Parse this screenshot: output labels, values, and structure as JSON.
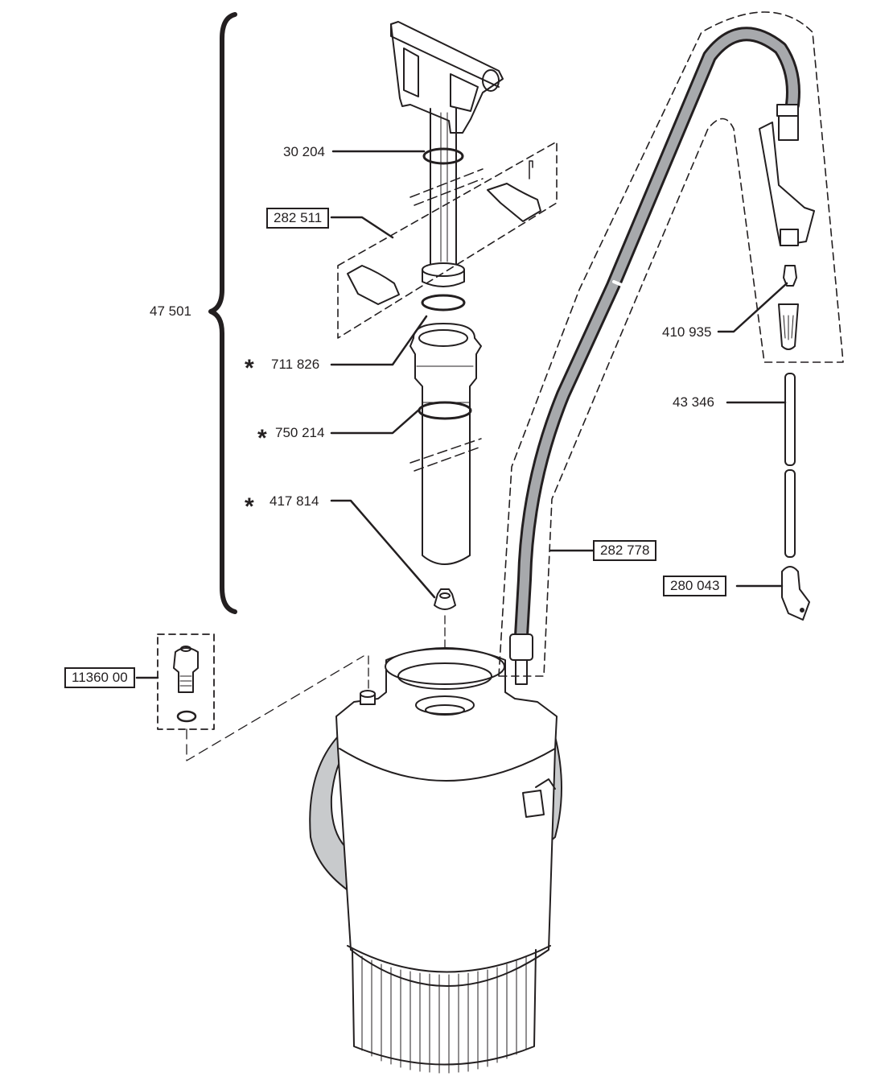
{
  "diagram": {
    "type": "exploded parts diagram",
    "subject": "pressure sprayer",
    "colors": {
      "line": "#231f20",
      "hose_fill": "#a7a9ac",
      "handle_fill": "#c8cacc",
      "background": "#ffffff"
    },
    "assembly": {
      "id": "47 501",
      "bracket": "curly-brace"
    },
    "parts": [
      {
        "id": "30 204",
        "boxed": false,
        "marked": false,
        "component": "o-ring on pump shaft"
      },
      {
        "id": "282 511",
        "boxed": true,
        "marked": false,
        "component": "pump clip halves set"
      },
      {
        "id": "711 826",
        "boxed": false,
        "marked": true,
        "component": "o-ring below pump head"
      },
      {
        "id": "750 214",
        "boxed": false,
        "marked": true,
        "component": "o-ring on pump cylinder"
      },
      {
        "id": "417 814",
        "boxed": false,
        "marked": true,
        "component": "valve at cylinder bottom"
      },
      {
        "id": "11360 00",
        "boxed": true,
        "marked": false,
        "component": "pressure relief valve with o-ring"
      },
      {
        "id": "410 935",
        "boxed": false,
        "marked": false,
        "component": "nozzle insert"
      },
      {
        "id": "43 346",
        "boxed": false,
        "marked": false,
        "component": "extension tube"
      },
      {
        "id": "282 778",
        "boxed": true,
        "marked": false,
        "component": "hose with spray gun"
      },
      {
        "id": "280 043",
        "boxed": true,
        "marked": false,
        "component": "angled nozzle"
      }
    ],
    "marker_symbol": "*"
  }
}
